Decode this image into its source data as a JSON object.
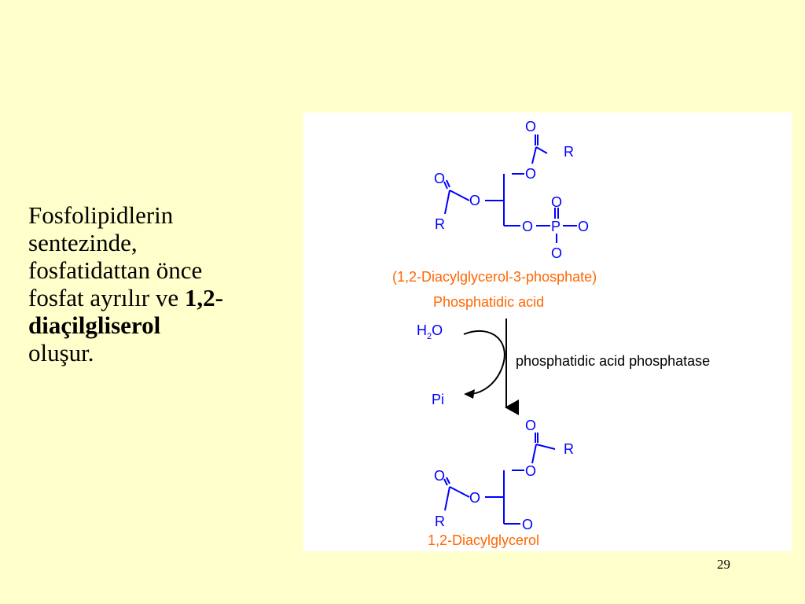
{
  "slide": {
    "text_lines": [
      "Fosfolipidlerin",
      "sentezinde,",
      "fosfatidattan önce",
      "fosfat ayrılır ve "
    ],
    "text_bold_1": "1,2-",
    "text_bold_2": "diaçilgliserol",
    "text_end": "oluşur.",
    "page_number": "29"
  },
  "diagram": {
    "top_molecule_name": "(1,2-Diacylglycerol-3-phosphate)",
    "top_molecule_common": "Phosphatidic acid",
    "water_h": "H",
    "water_sub": "2",
    "water_o": "O",
    "pi_label": "Pi",
    "enzyme": "phosphatidic acid phosphatase",
    "bottom_molecule_name": "1,2-Diacylglycerol",
    "atom_o": "O",
    "atom_r": "R",
    "atom_p": "P",
    "colors": {
      "structure": "#0000ff",
      "label": "#ff6600",
      "arrows": "#000000"
    }
  }
}
